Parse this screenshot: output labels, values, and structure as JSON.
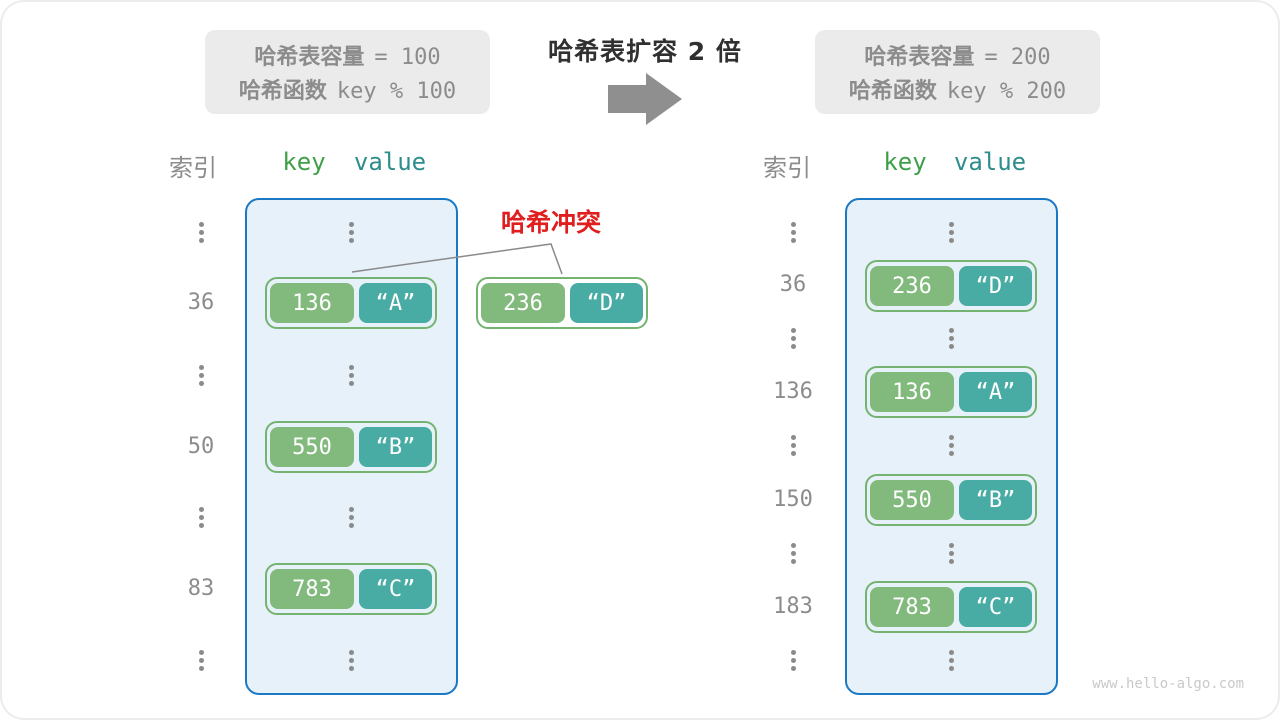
{
  "diagram": {
    "before_box": {
      "line1_label": "哈希表容量",
      "line1_value": "= 100",
      "line2_label": "哈希函数",
      "line2_value": "key % 100"
    },
    "title": "哈希表扩容 2 倍",
    "after_box": {
      "line1_label": "哈希表容量",
      "line1_value": "= 200",
      "line2_label": "哈希函数",
      "line2_value": "key % 200"
    },
    "collision_label": "哈希冲突",
    "collision_cell": {
      "key": "236",
      "value": "“D”"
    },
    "left_table": {
      "index_header": "索引",
      "key_header": "key",
      "value_header": "value",
      "indices": [
        "36",
        "50",
        "83"
      ],
      "cells": [
        {
          "key": "136",
          "value": "“A”"
        },
        {
          "key": "550",
          "value": "“B”"
        },
        {
          "key": "783",
          "value": "“C”"
        }
      ]
    },
    "right_table": {
      "index_header": "索引",
      "key_header": "key",
      "value_header": "value",
      "indices": [
        "36",
        "136",
        "150",
        "183"
      ],
      "cells": [
        {
          "key": "236",
          "value": "“D”"
        },
        {
          "key": "136",
          "value": "“A”"
        },
        {
          "key": "550",
          "value": "“B”"
        },
        {
          "key": "783",
          "value": "“C”"
        }
      ]
    },
    "watermark": "www.hello-algo.com"
  },
  "colors": {
    "key_green": "#82B97D",
    "value_teal": "#49ACA4",
    "cell_border": "#74B370",
    "container_fill": "#E7F1F9",
    "container_border": "#1B78C4",
    "key_header_green": "#3DA048",
    "value_header_teal": "#2D8C8C",
    "collision_red": "#E01E1E",
    "gray_text": "#8C8C8C",
    "box_bg": "#EBEBEB",
    "title_text": "#303030",
    "arrow_gray": "#8F8F8F",
    "watermark_gray": "#C9C9C9"
  }
}
